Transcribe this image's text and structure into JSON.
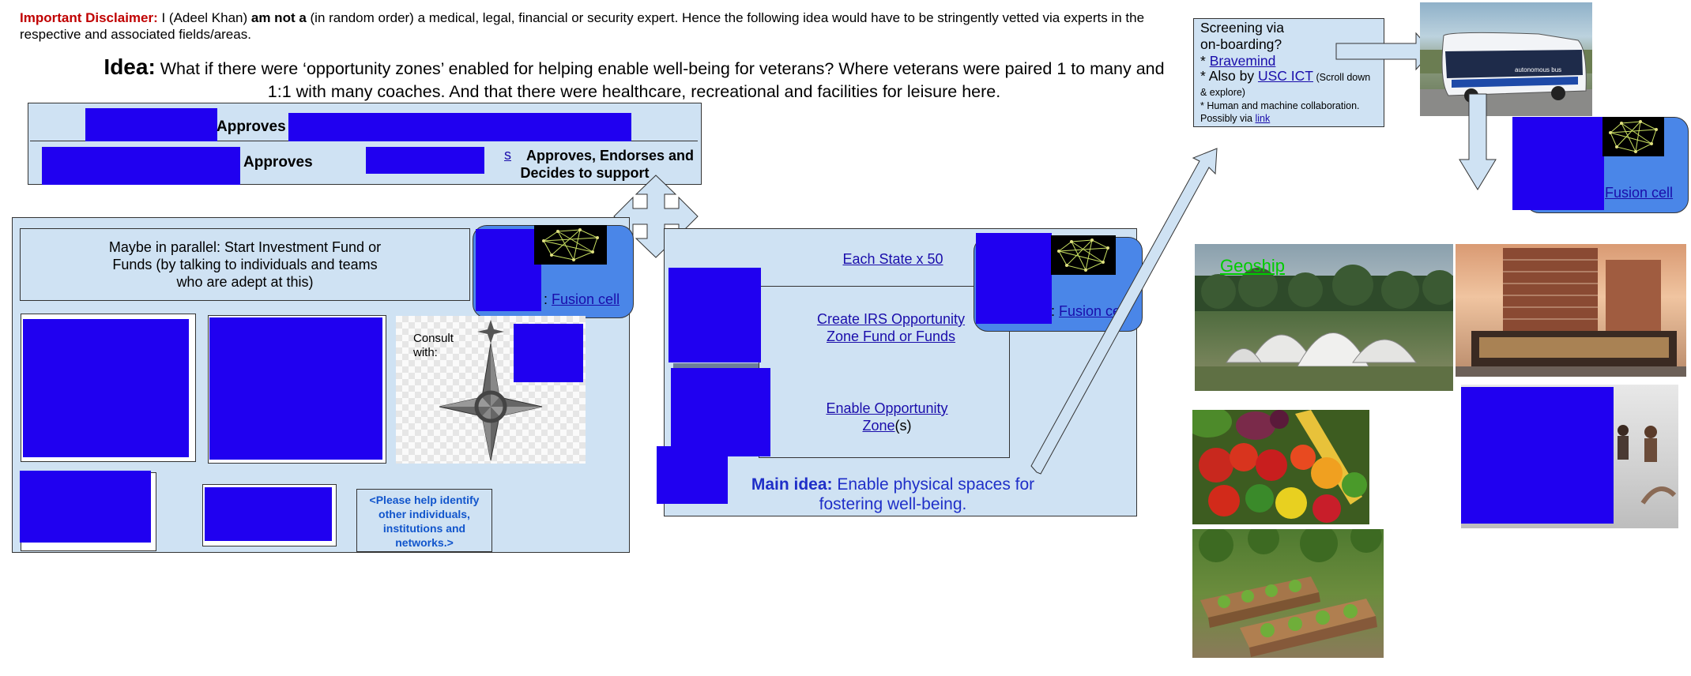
{
  "disclaimer": {
    "label": "Important Disclaimer:",
    "part1": " I (Adeel Khan) ",
    "bold1": "am not a",
    "part2": " (in random order) a medical, legal, financial or security expert. Hence the following idea would have to be stringently vetted via experts in the respective and associated fields/areas."
  },
  "idea": {
    "label": "Idea:",
    "text": " What if there were ‘opportunity zones’ enabled for helping enable well-being for veterans? Where veterans were paired 1 to many and 1:1 with many coaches. And that there were healthcare, recreational and facilities for leisure here."
  },
  "approvals": {
    "row1": "Approves",
    "row2": "Approves",
    "row2_right": "Approves, Endorses and Decides to support",
    "row2_fragment": "s"
  },
  "left_panel": {
    "investment_text": "Maybe in parallel: Start Investment Fund or Funds (by talking to individuals and teams who are adept at this)",
    "fusion_prefix": ":",
    "fusion_link": "Fusion cell",
    "consult_label": "Consult with:",
    "help_text": "<Please help identify other individuals, institutions and networks.>"
  },
  "center_panel": {
    "each_state": "Each State x 50",
    "irs_line1": "Create IRS Opportunity",
    "irs_line2": "Zone Fund or Funds",
    "enable_line1": "Enable Opportunity",
    "enable_line2_link": "Zone",
    "enable_line2_rest": "(s)",
    "fusion_prefix": ":",
    "fusion_link": "Fusion cell",
    "main_idea_label": "Main idea:",
    "main_idea_text": " Enable physical spaces for fostering well-being."
  },
  "screening": {
    "line1": "Screening via",
    "line2": "on-boarding?",
    "bullet1_prefix": "* ",
    "bullet1_link": "Bravemind",
    "bullet2_prefix": "* Also by ",
    "bullet2_link": "USC ICT",
    "bullet2_small": " (Scroll down & explore)",
    "bullet3": "* Human and machine collaboration.",
    "possibly_prefix": "Possibly via ",
    "possibly_link": "link"
  },
  "top_right": {
    "fusion_link": "Fusion cell",
    "bus_text": "autonomous bus"
  },
  "geoship": {
    "label": "Geoship"
  },
  "colors": {
    "redaction": "#2000f0",
    "panel_light": "#cfe2f3",
    "panel_medium": "#4a86e8",
    "disclaimer_red": "#c00000",
    "main_idea_blue": "#1f2fc8",
    "help_text_blue": "#1155cc",
    "geoship_green": "#00cc00"
  }
}
